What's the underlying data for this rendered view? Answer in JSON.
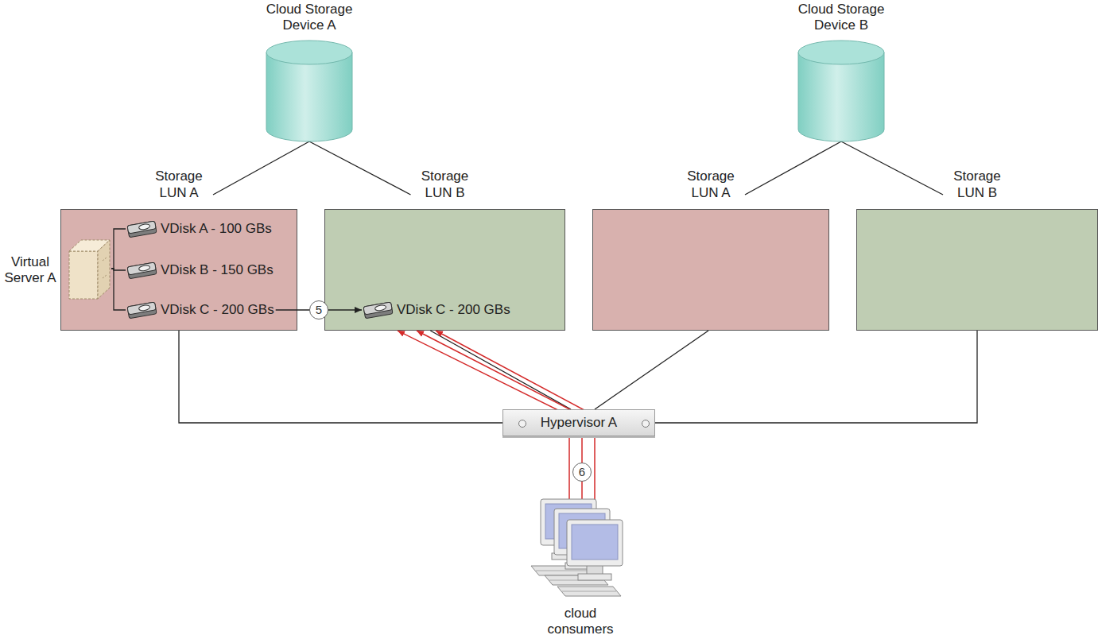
{
  "diagram": {
    "nodes": [
      {
        "text": [
          "Cloud Storage Device A"
        ]
      },
      {
        "text": [
          "Cloud Storage Device B"
        ]
      },
      {
        "text": [
          "Storage LUN A"
        ]
      },
      {
        "text": [
          "Virtual Server A"
        ],
        "in": 2
      },
      {
        "text": [
          "VDisk A - 100 GBs"
        ],
        "in": 2
      },
      {
        "text": [
          "VDisk B - 150 GBs"
        ],
        "in": 2
      },
      {
        "text": [
          "VDisk C - 200 GBs"
        ],
        "in": 2
      },
      {
        "text": [
          "Storage LUN B"
        ]
      },
      {
        "text": [
          "VDisk C - 200 GBs"
        ],
        "in": 7
      },
      {
        "text": [
          "Storage LUN A"
        ]
      },
      {
        "text": [
          "Storage LUN B"
        ]
      },
      {
        "text": [
          "Hypervisor A"
        ]
      },
      {
        "text": [
          "cloud consumers"
        ]
      }
    ],
    "edges": [
      {
        "from": 0,
        "to": 2,
        "arrow": "none"
      },
      {
        "from": 0,
        "to": 7,
        "arrow": "none"
      },
      {
        "from": 1,
        "to": 9,
        "arrow": "none"
      },
      {
        "from": 1,
        "to": 10,
        "arrow": "none"
      },
      {
        "from": 3,
        "to": 4,
        "arrow": "none"
      },
      {
        "from": 3,
        "to": 5,
        "arrow": "none"
      },
      {
        "from": 3,
        "to": 6,
        "arrow": "none"
      },
      {
        "from": 6,
        "to": 8,
        "label": "5",
        "arrow": "to"
      },
      {
        "from": 2,
        "to": 11,
        "arrow": "none"
      },
      {
        "from": 7,
        "to": 11,
        "arrow": "none"
      },
      {
        "from": 9,
        "to": 11,
        "arrow": "none"
      },
      {
        "from": 10,
        "to": 11,
        "arrow": "none"
      },
      {
        "from": 12,
        "to": 7,
        "arrow": "to"
      },
      {
        "from": 12,
        "to": 7,
        "label": "6",
        "arrow": "to"
      },
      {
        "from": 12,
        "to": 7,
        "arrow": "to"
      }
    ]
  }
}
